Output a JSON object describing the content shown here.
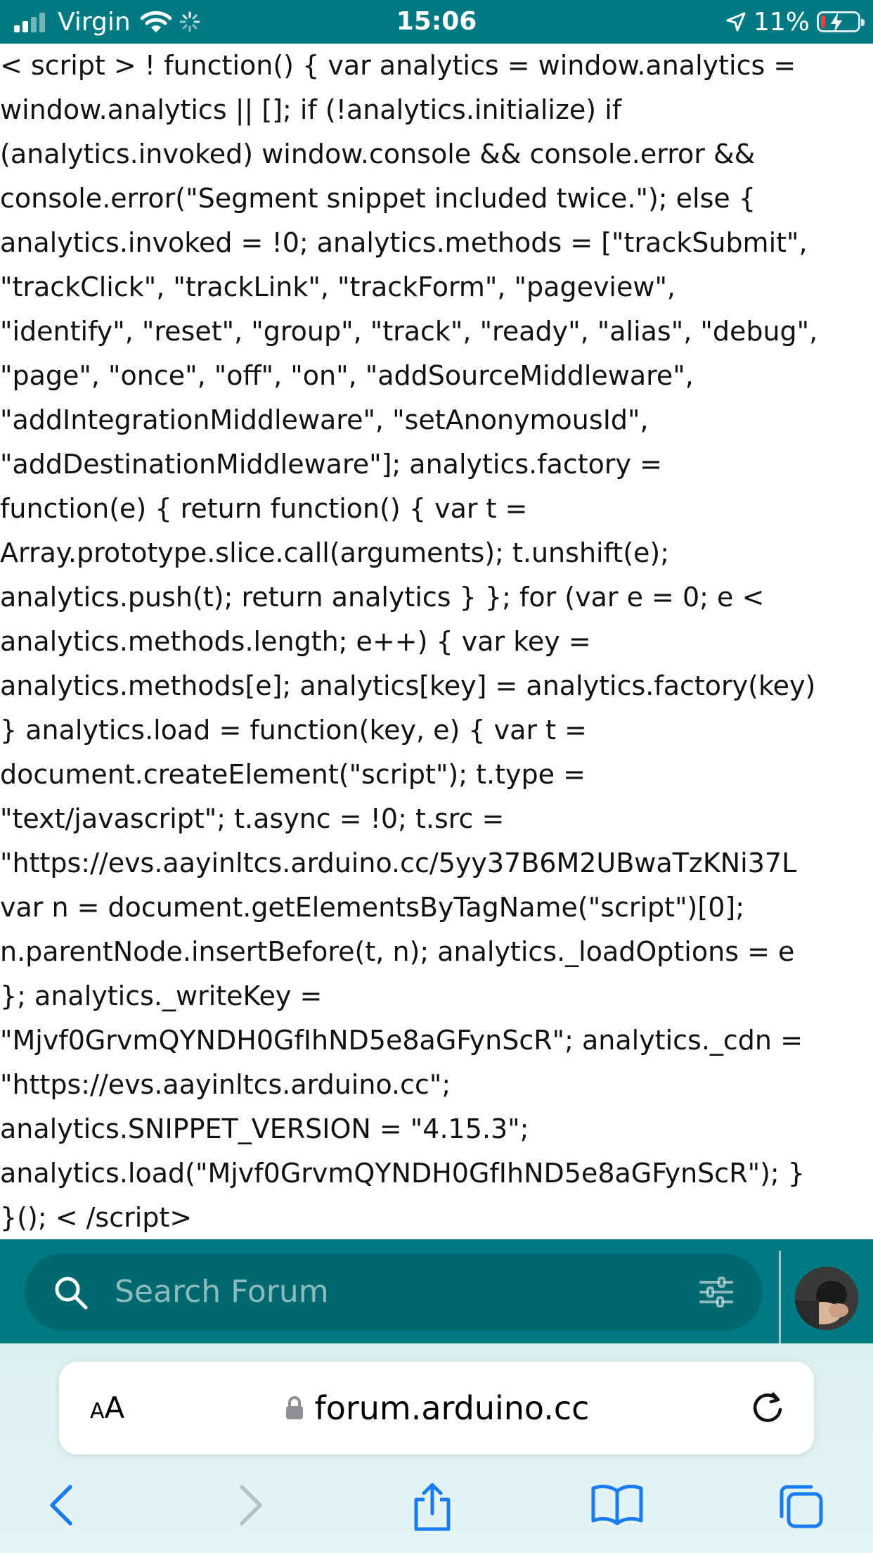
{
  "status_bar": {
    "carrier": "Virgin",
    "time": "15:06",
    "battery": "11%",
    "battery_level": 0.11,
    "signal_bars": 2,
    "signal_bars_total": 4
  },
  "code_lines": [
    "< script > ! function() { var analytics = window.analytics =",
    "window.analytics || []; if (!analytics.initialize) if",
    "(analytics.invoked) window.console && console.error &&",
    "console.error(\"Segment snippet included twice.\"); else {",
    "analytics.invoked = !0; analytics.methods = [\"trackSubmit\",",
    "\"trackClick\", \"trackLink\", \"trackForm\", \"pageview\",",
    "\"identify\", \"reset\", \"group\", \"track\", \"ready\", \"alias\", \"debug\",",
    "\"page\", \"once\", \"off\", \"on\", \"addSourceMiddleware\",",
    "\"addIntegrationMiddleware\", \"setAnonymousId\",",
    "\"addDestinationMiddleware\"]; analytics.factory =",
    "function(e) { return function() { var t =",
    "Array.prototype.slice.call(arguments); t.unshift(e);",
    "analytics.push(t); return analytics } }; for (var e = 0; e <",
    "analytics.methods.length; e++) { var key =",
    "analytics.methods[e]; analytics[key] = analytics.factory(key)",
    "} analytics.load = function(key, e) { var t =",
    "document.createElement(\"script\"); t.type =",
    "\"text/javascript\"; t.async = !0; t.src =",
    "\"https://evs.aayinltcs.arduino.cc/5yy37B6M2UBwaTzKNi37L",
    "var n = document.getElementsByTagName(\"script\")[0];",
    "n.parentNode.insertBefore(t, n); analytics._loadOptions = e",
    "}; analytics._writeKey =",
    "\"Mjvf0GrvmQYNDH0GfIhND5e8aGFynScR\"; analytics._cdn =",
    "\"https://evs.aayinltcs.arduino.cc\";",
    "analytics.SNIPPET_VERSION = \"4.15.3\";",
    "analytics.load(\"Mjvf0GrvmQYNDH0GfIhND5e8aGFynScR\"); }",
    "}(); < /script>"
  ],
  "forum_header": {
    "search_placeholder": "Search Forum",
    "search_icon": "search-icon",
    "filter_icon": "sliders-icon",
    "avatar_icon": "user-avatar"
  },
  "browser": {
    "text_size_label_small": "A",
    "text_size_label_big": "A",
    "url": "forum.arduino.cc",
    "lock_icon": "lock-icon",
    "reload_icon": "reload-icon",
    "toolbar_icons": [
      "back-icon",
      "forward-icon",
      "share-icon",
      "bookmarks-icon",
      "tabs-icon"
    ]
  },
  "colors": {
    "theme_teal": "#007a82",
    "search_pill": "#006970",
    "battery_low": "#ff3b30",
    "safari_blue": "#1a7cf2"
  }
}
